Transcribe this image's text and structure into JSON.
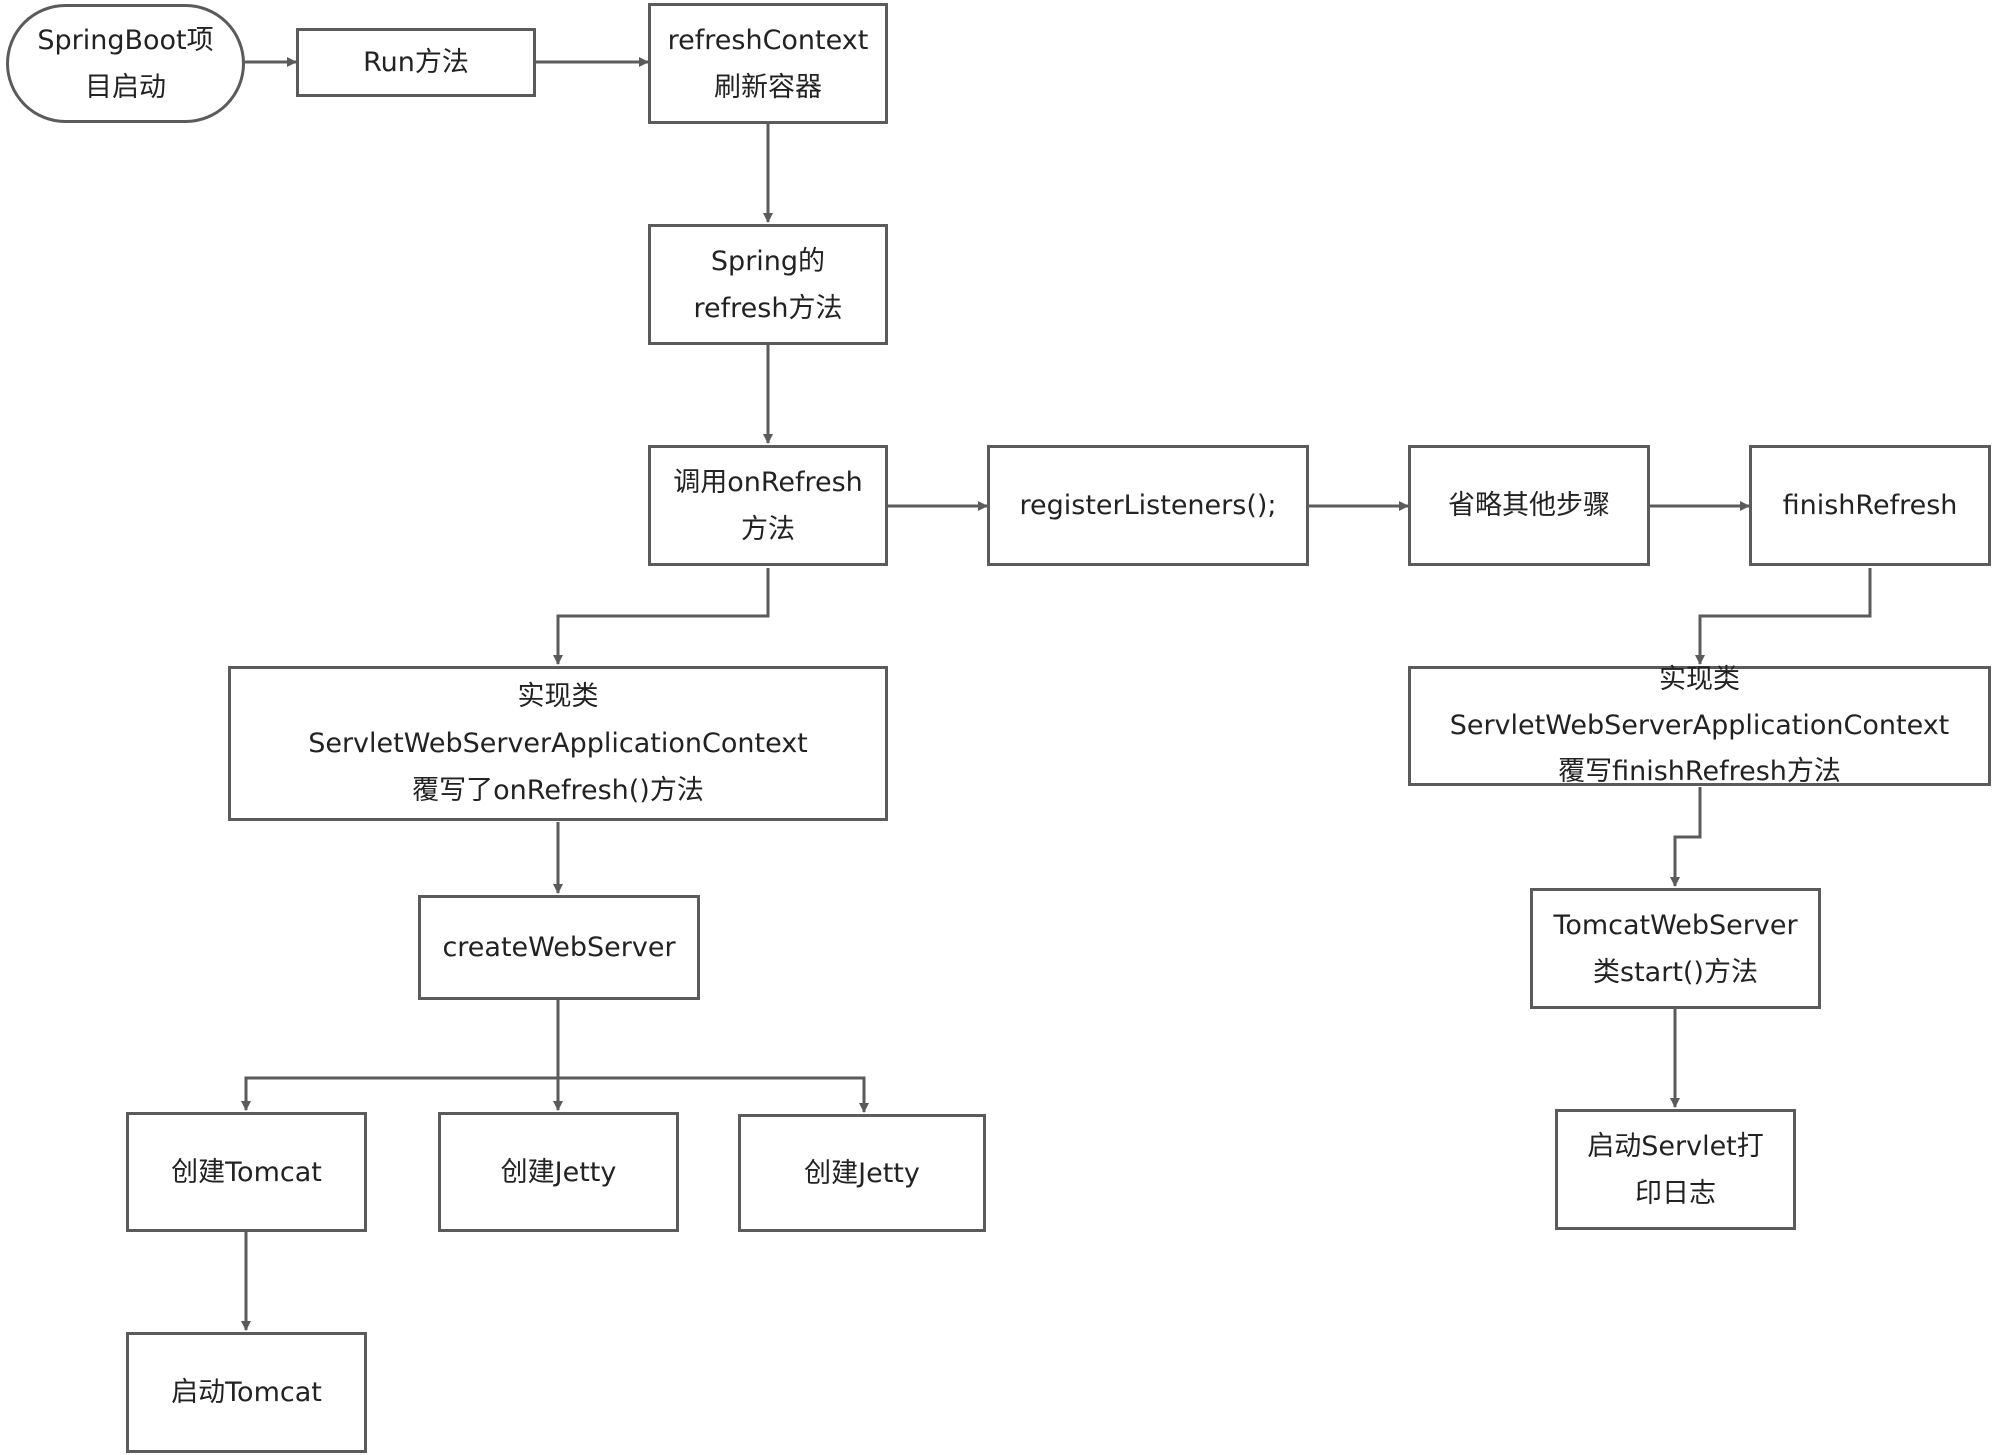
{
  "nodes": {
    "start": [
      "SpringBoot项",
      "目启动"
    ],
    "run": [
      "Run方法"
    ],
    "refresh_context": [
      "refreshContext",
      "刷新容器"
    ],
    "spring_refresh": [
      "Spring的",
      "refresh方法"
    ],
    "on_refresh": [
      "调用onRefresh",
      "方法"
    ],
    "register_listeners": [
      "registerListeners();"
    ],
    "skip_steps": [
      "省略其他步骤"
    ],
    "finish_refresh": [
      "finishRefresh"
    ],
    "impl_on_refresh": [
      "实现类",
      "ServletWebServerApplicationContext",
      "覆写了onRefresh()方法"
    ],
    "impl_finish_refresh": [
      "实现类",
      "ServletWebServerApplicationContext",
      "覆写finishRefresh方法"
    ],
    "create_web_server": [
      "createWebServer"
    ],
    "create_tomcat": [
      "创建Tomcat"
    ],
    "create_jetty_1": [
      "创建Jetty"
    ],
    "create_jetty_2": [
      "创建Jetty"
    ],
    "start_tomcat": [
      "启动Tomcat"
    ],
    "tomcat_start": [
      "TomcatWebServer",
      "类start()方法"
    ],
    "start_servlet_log": [
      "启动Servlet打",
      "印日志"
    ]
  },
  "colors": {
    "line": "#5b5b5b",
    "text": "#222222",
    "background": "#ffffff"
  }
}
